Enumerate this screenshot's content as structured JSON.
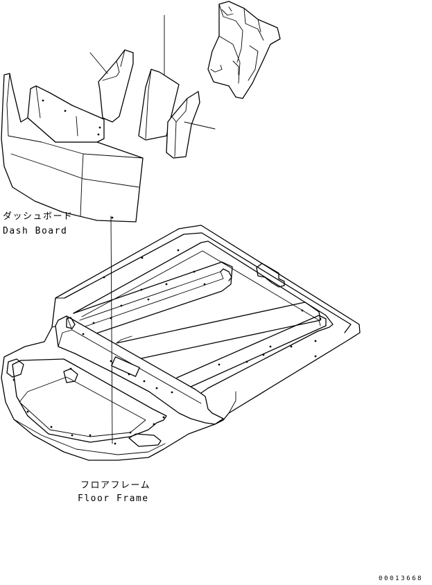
{
  "labels": {
    "dash_board_ja": "ダッシュボード",
    "dash_board_en": "Dash Board",
    "floor_frame_ja": "フロアフレーム",
    "floor_frame_en": "Floor Frame"
  },
  "drawing_number": "00013668",
  "colors": {
    "line": "#000000",
    "background": "#ffffff"
  }
}
